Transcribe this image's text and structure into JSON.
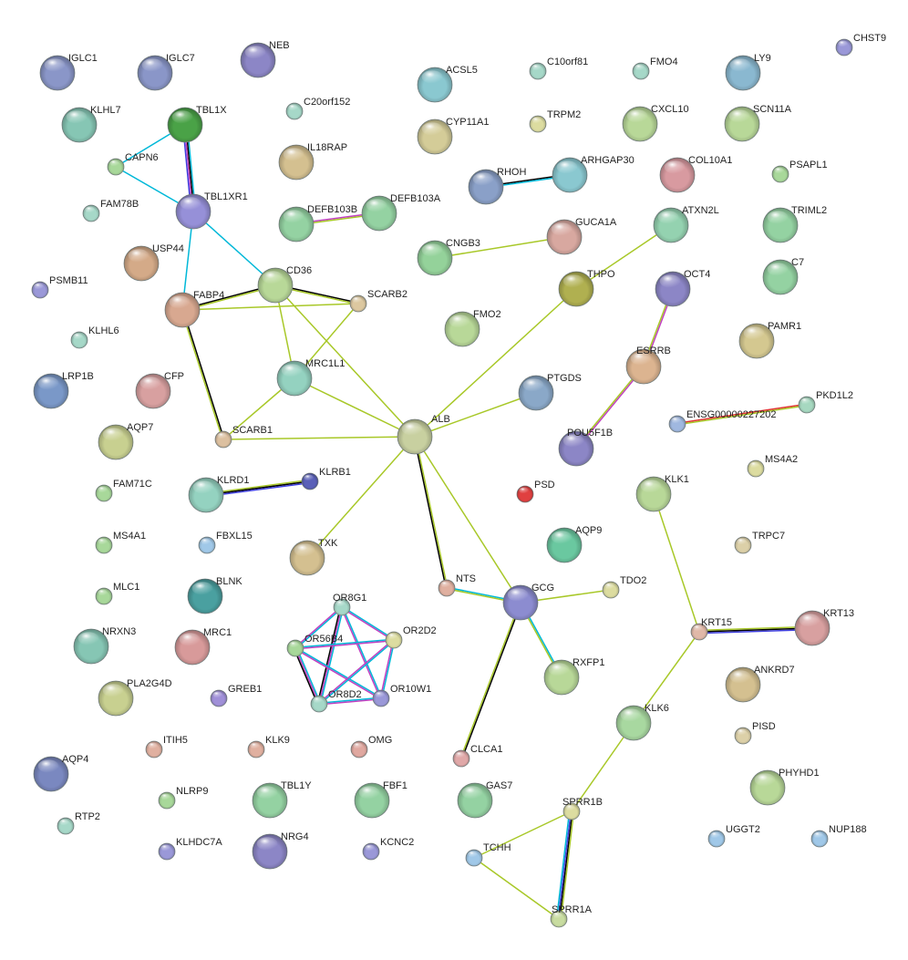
{
  "network": {
    "nodes": [
      {
        "id": "IGLC1",
        "color": "#8a96c8",
        "large": true
      },
      {
        "id": "IGLC7",
        "color": "#8a96c8",
        "large": true
      },
      {
        "id": "NEB",
        "color": "#8c86c6",
        "large": true
      },
      {
        "id": "KLHL7",
        "color": "#86c6b4",
        "large": true
      },
      {
        "id": "TBL1X",
        "color": "#4aa247",
        "large": true
      },
      {
        "id": "C20orf152",
        "color": "#a6d8c8",
        "large": false
      },
      {
        "id": "CAPN6",
        "color": "#a8d89a",
        "large": false
      },
      {
        "id": "IL18RAP",
        "color": "#d4c090",
        "large": true
      },
      {
        "id": "FAM78B",
        "color": "#a6d8c8",
        "large": false
      },
      {
        "id": "TBL1XR1",
        "color": "#9690d8",
        "large": true
      },
      {
        "id": "DEFB103B",
        "color": "#94d2a2",
        "large": true
      },
      {
        "id": "DEFB103A",
        "color": "#94d2a2",
        "large": true
      },
      {
        "id": "USP44",
        "color": "#d4aa88",
        "large": true
      },
      {
        "id": "CD36",
        "color": "#b8d898",
        "large": true
      },
      {
        "id": "PSMB11",
        "color": "#9a98d8",
        "large": false
      },
      {
        "id": "FABP4",
        "color": "#d8a890",
        "large": true
      },
      {
        "id": "SCARB2",
        "color": "#dcc8a0",
        "large": false
      },
      {
        "id": "KLHL6",
        "color": "#a6d8c8",
        "large": false
      },
      {
        "id": "MRC1L1",
        "color": "#94d2c0",
        "large": true
      },
      {
        "id": "LRP1B",
        "color": "#7a98c8",
        "large": true
      },
      {
        "id": "CFP",
        "color": "#d8a0a0",
        "large": true
      },
      {
        "id": "AQP7",
        "color": "#c8d090",
        "large": true
      },
      {
        "id": "SCARB1",
        "color": "#dcc0a0",
        "large": false
      },
      {
        "id": "FAM71C",
        "color": "#a8d89a",
        "large": false
      },
      {
        "id": "KLRD1",
        "color": "#94d2c0",
        "large": true
      },
      {
        "id": "KLRB1",
        "color": "#5a60b8",
        "large": false
      },
      {
        "id": "MS4A1",
        "color": "#a8d89a",
        "large": false
      },
      {
        "id": "FBXL15",
        "color": "#a0c8e8",
        "large": false
      },
      {
        "id": "TXK",
        "color": "#d4c090",
        "large": true
      },
      {
        "id": "MLC1",
        "color": "#a8d89a",
        "large": false
      },
      {
        "id": "BLNK",
        "color": "#4aa0a0",
        "large": true
      },
      {
        "id": "NRXN3",
        "color": "#86c6b4",
        "large": true
      },
      {
        "id": "MRC1",
        "color": "#d89a9a",
        "large": true
      },
      {
        "id": "PLA2G4D",
        "color": "#c8d090",
        "large": true
      },
      {
        "id": "GREB1",
        "color": "#a090d8",
        "large": false
      },
      {
        "id": "AQP4",
        "color": "#7a88c0",
        "large": true
      },
      {
        "id": "ITIH5",
        "color": "#e0b0a0",
        "large": false
      },
      {
        "id": "KLK9",
        "color": "#e0b0a0",
        "large": false
      },
      {
        "id": "OMG",
        "color": "#e0a8a0",
        "large": false
      },
      {
        "id": "NLRP9",
        "color": "#a8d89a",
        "large": false
      },
      {
        "id": "TBL1Y",
        "color": "#94d2a2",
        "large": true
      },
      {
        "id": "FBF1",
        "color": "#94d2a2",
        "large": true
      },
      {
        "id": "RTP2",
        "color": "#a6d8c8",
        "large": false
      },
      {
        "id": "KLHDC7A",
        "color": "#9a98d8",
        "large": false
      },
      {
        "id": "NRG4",
        "color": "#8c86c6",
        "large": true
      },
      {
        "id": "KCNC2",
        "color": "#9a98d8",
        "large": false
      },
      {
        "id": "OR8G1",
        "color": "#a6d8c8",
        "large": false
      },
      {
        "id": "OR56B4",
        "color": "#a8d89a",
        "large": false
      },
      {
        "id": "OR2D2",
        "color": "#dcdca0",
        "large": false
      },
      {
        "id": "OR8D2",
        "color": "#a6d8c8",
        "large": false
      },
      {
        "id": "OR10W1",
        "color": "#9a98d8",
        "large": false
      },
      {
        "id": "ACSL5",
        "color": "#8ac8d0",
        "large": true
      },
      {
        "id": "C10orf81",
        "color": "#a6d8c8",
        "large": false
      },
      {
        "id": "CYP11A1",
        "color": "#d4cc98",
        "large": true
      },
      {
        "id": "TRPM2",
        "color": "#dcdca0",
        "large": false
      },
      {
        "id": "RHOH",
        "color": "#8aa0c8",
        "large": true
      },
      {
        "id": "ARHGAP30",
        "color": "#8ac8d0",
        "large": true
      },
      {
        "id": "FMO4",
        "color": "#a6d8c8",
        "large": false
      },
      {
        "id": "LY9",
        "color": "#8ab8d0",
        "large": true
      },
      {
        "id": "CHST9",
        "color": "#9a98d8",
        "large": false
      },
      {
        "id": "CXCL10",
        "color": "#b8d898",
        "large": true
      },
      {
        "id": "SCN11A",
        "color": "#b8d898",
        "large": true
      },
      {
        "id": "COL10A1",
        "color": "#d89aa0",
        "large": true
      },
      {
        "id": "PSAPL1",
        "color": "#a8d89a",
        "large": false
      },
      {
        "id": "CNGB3",
        "color": "#94d29a",
        "large": true
      },
      {
        "id": "GUCA1A",
        "color": "#d8a8a0",
        "large": true
      },
      {
        "id": "ATXN2L",
        "color": "#94d2b0",
        "large": true
      },
      {
        "id": "TRIML2",
        "color": "#94d2a2",
        "large": true
      },
      {
        "id": "THPO",
        "color": "#b0b050",
        "large": true
      },
      {
        "id": "C7",
        "color": "#94d2a2",
        "large": true
      },
      {
        "id": "OCT4",
        "color": "#8c86c6",
        "large": true
      },
      {
        "id": "FMO2",
        "color": "#b8d898",
        "large": true
      },
      {
        "id": "PAMR1",
        "color": "#d4c890",
        "large": true
      },
      {
        "id": "ESRRB",
        "color": "#dcb490",
        "large": true
      },
      {
        "id": "PTGDS",
        "color": "#8aa8c8",
        "large": true
      },
      {
        "id": "ALB",
        "color": "#c8d0a0",
        "large": true
      },
      {
        "id": "POU5F1B",
        "color": "#8c86c6",
        "large": true
      },
      {
        "id": "PKD1L2",
        "color": "#a6d8c0",
        "large": false
      },
      {
        "id": "ENSG00000227202",
        "color": "#a0b8e0",
        "large": false
      },
      {
        "id": "MS4A2",
        "color": "#dcdca0",
        "large": false
      },
      {
        "id": "PSD",
        "color": "#e04040",
        "large": false
      },
      {
        "id": "KLK1",
        "color": "#b8d898",
        "large": true
      },
      {
        "id": "AQP9",
        "color": "#6ac8a0",
        "large": true
      },
      {
        "id": "TRPC7",
        "color": "#dcd0a8",
        "large": false
      },
      {
        "id": "NTS",
        "color": "#e0b0a0",
        "large": false
      },
      {
        "id": "GCG",
        "color": "#8c8cd0",
        "large": true
      },
      {
        "id": "TDO2",
        "color": "#dcdca0",
        "large": false
      },
      {
        "id": "KRT15",
        "color": "#e0b8a8",
        "large": false
      },
      {
        "id": "KRT13",
        "color": "#d8a0a0",
        "large": true
      },
      {
        "id": "RXFP1",
        "color": "#b8d898",
        "large": true
      },
      {
        "id": "ANKRD7",
        "color": "#d4c090",
        "large": true
      },
      {
        "id": "KLK6",
        "color": "#a8d8a0",
        "large": true
      },
      {
        "id": "PISD",
        "color": "#dcd0a8",
        "large": false
      },
      {
        "id": "CLCA1",
        "color": "#e0a8a8",
        "large": false
      },
      {
        "id": "PHYHD1",
        "color": "#b8d898",
        "large": true
      },
      {
        "id": "GAS7",
        "color": "#94d2a2",
        "large": true
      },
      {
        "id": "SPRR1B",
        "color": "#dcdca0",
        "large": false
      },
      {
        "id": "UGGT2",
        "color": "#a0c8e8",
        "large": false
      },
      {
        "id": "NUP188",
        "color": "#a0c8e8",
        "large": false
      },
      {
        "id": "TCHH",
        "color": "#a0c8e8",
        "large": false
      },
      {
        "id": "SPRR1A",
        "color": "#c8dca0",
        "large": false
      }
    ],
    "edges": [
      {
        "source": "TBL1X",
        "target": "TBL1XR1",
        "colors": [
          "#00b8d8",
          "#000000",
          "#c040c0",
          "#4040e0"
        ]
      },
      {
        "source": "TBL1X",
        "target": "CAPN6",
        "colors": [
          "#00b8d8"
        ]
      },
      {
        "source": "CAPN6",
        "target": "TBL1XR1",
        "colors": [
          "#00b8d8"
        ]
      },
      {
        "source": "TBL1XR1",
        "target": "CD36",
        "colors": [
          "#00b8d8"
        ]
      },
      {
        "source": "TBL1XR1",
        "target": "FABP4",
        "colors": [
          "#00b8d8"
        ]
      },
      {
        "source": "DEFB103B",
        "target": "DEFB103A",
        "colors": [
          "#c040c0",
          "#a8c828"
        ]
      },
      {
        "source": "FABP4",
        "target": "CD36",
        "colors": [
          "#000000",
          "#a8c828"
        ]
      },
      {
        "source": "FABP4",
        "target": "SCARB2",
        "colors": [
          "#a8c828"
        ]
      },
      {
        "source": "CD36",
        "target": "SCARB2",
        "colors": [
          "#000000",
          "#a8c828"
        ]
      },
      {
        "source": "FABP4",
        "target": "SCARB1",
        "colors": [
          "#000000",
          "#a8c828"
        ]
      },
      {
        "source": "CD36",
        "target": "MRC1L1",
        "colors": [
          "#a8c828"
        ]
      },
      {
        "source": "CD36",
        "target": "ALB",
        "colors": [
          "#a8c828"
        ]
      },
      {
        "source": "SCARB2",
        "target": "MRC1L1",
        "colors": [
          "#a8c828"
        ]
      },
      {
        "source": "MRC1L1",
        "target": "SCARB1",
        "colors": [
          "#a8c828"
        ]
      },
      {
        "source": "MRC1L1",
        "target": "ALB",
        "colors": [
          "#a8c828"
        ]
      },
      {
        "source": "SCARB1",
        "target": "ALB",
        "colors": [
          "#a8c828"
        ]
      },
      {
        "source": "KLRD1",
        "target": "KLRB1",
        "colors": [
          "#a8c828",
          "#000000",
          "#4040e0"
        ]
      },
      {
        "source": "RHOH",
        "target": "ARHGAP30",
        "colors": [
          "#000000",
          "#00b8d8"
        ]
      },
      {
        "source": "CNGB3",
        "target": "GUCA1A",
        "colors": [
          "#a8c828"
        ]
      },
      {
        "source": "THPO",
        "target": "ATXN2L",
        "colors": [
          "#a8c828"
        ]
      },
      {
        "source": "OCT4",
        "target": "ESRRB",
        "colors": [
          "#c040c0",
          "#a8c828"
        ]
      },
      {
        "source": "ESRRB",
        "target": "POU5F1B",
        "colors": [
          "#c040c0",
          "#a8c828"
        ]
      },
      {
        "source": "ALB",
        "target": "THPO",
        "colors": [
          "#a8c828"
        ]
      },
      {
        "source": "ALB",
        "target": "PTGDS",
        "colors": [
          "#a8c828"
        ]
      },
      {
        "source": "ALB",
        "target": "TXK",
        "colors": [
          "#a8c828"
        ]
      },
      {
        "source": "ALB",
        "target": "NTS",
        "colors": [
          "#a8c828",
          "#000000"
        ]
      },
      {
        "source": "ALB",
        "target": "GCG",
        "colors": [
          "#a8c828"
        ]
      },
      {
        "source": "ENSG00000227202",
        "target": "PKD1L2",
        "colors": [
          "#e03030",
          "#a8c828"
        ]
      },
      {
        "source": "NTS",
        "target": "GCG",
        "colors": [
          "#00b8d8",
          "#a8c828"
        ]
      },
      {
        "source": "GCG",
        "target": "TDO2",
        "colors": [
          "#a8c828"
        ]
      },
      {
        "source": "GCG",
        "target": "RXFP1",
        "colors": [
          "#00b8d8",
          "#a8c828"
        ]
      },
      {
        "source": "GCG",
        "target": "CLCA1",
        "colors": [
          "#000000",
          "#a8c828"
        ]
      },
      {
        "source": "KLK1",
        "target": "KRT15",
        "colors": [
          "#a8c828"
        ]
      },
      {
        "source": "KRT15",
        "target": "KRT13",
        "colors": [
          "#a8c828",
          "#000000",
          "#4040e0"
        ]
      },
      {
        "source": "KRT15",
        "target": "KLK6",
        "colors": [
          "#a8c828"
        ]
      },
      {
        "source": "KLK6",
        "target": "SPRR1B",
        "colors": [
          "#a8c828"
        ]
      },
      {
        "source": "SPRR1B",
        "target": "TCHH",
        "colors": [
          "#a8c828"
        ]
      },
      {
        "source": "SPRR1B",
        "target": "SPRR1A",
        "colors": [
          "#a8c828",
          "#000000",
          "#4040e0",
          "#00b8d8"
        ]
      },
      {
        "source": "TCHH",
        "target": "SPRR1A",
        "colors": [
          "#a8c828"
        ]
      },
      {
        "source": "OR8G1",
        "target": "OR56B4",
        "colors": [
          "#00b8d8",
          "#c040c0"
        ]
      },
      {
        "source": "OR8G1",
        "target": "OR2D2",
        "colors": [
          "#00b8d8",
          "#c040c0"
        ]
      },
      {
        "source": "OR8G1",
        "target": "OR8D2",
        "colors": [
          "#00b8d8",
          "#c040c0",
          "#000000"
        ]
      },
      {
        "source": "OR8G1",
        "target": "OR10W1",
        "colors": [
          "#00b8d8",
          "#c040c0"
        ]
      },
      {
        "source": "OR56B4",
        "target": "OR2D2",
        "colors": [
          "#00b8d8",
          "#c040c0"
        ]
      },
      {
        "source": "OR56B4",
        "target": "OR8D2",
        "colors": [
          "#00b8d8",
          "#c040c0",
          "#000000"
        ]
      },
      {
        "source": "OR56B4",
        "target": "OR10W1",
        "colors": [
          "#00b8d8",
          "#c040c0"
        ]
      },
      {
        "source": "OR2D2",
        "target": "OR8D2",
        "colors": [
          "#00b8d8",
          "#c040c0"
        ]
      },
      {
        "source": "OR2D2",
        "target": "OR10W1",
        "colors": [
          "#00b8d8",
          "#c040c0"
        ]
      },
      {
        "source": "OR8D2",
        "target": "OR10W1",
        "colors": [
          "#00b8d8",
          "#c040c0"
        ]
      }
    ]
  }
}
